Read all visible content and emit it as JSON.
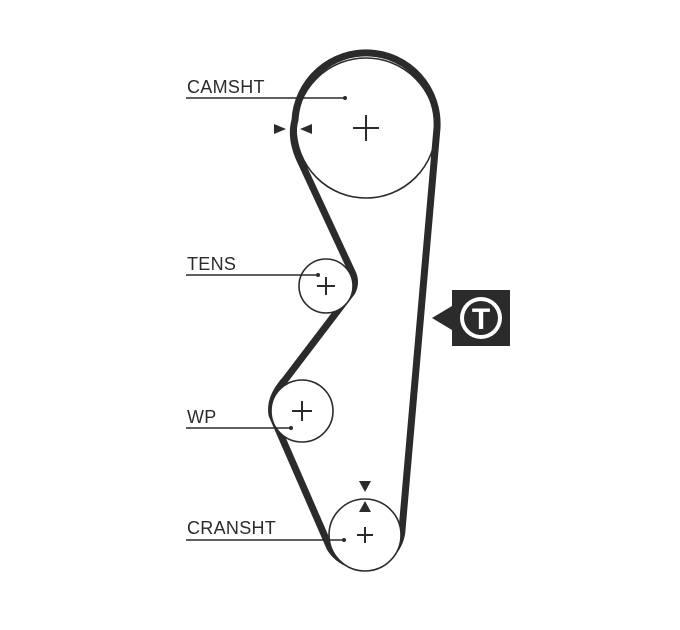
{
  "diagram": {
    "labels": {
      "camshaft": "CAMSHT",
      "tensioner": "TENS",
      "water_pump": "WP",
      "crankshaft": "CRANSHT"
    },
    "tension_badge": "T",
    "colors": {
      "line": "#2b2b2b",
      "badge_bg": "#2b2b2b",
      "badge_text": "#ffffff",
      "background": "#ffffff"
    }
  }
}
